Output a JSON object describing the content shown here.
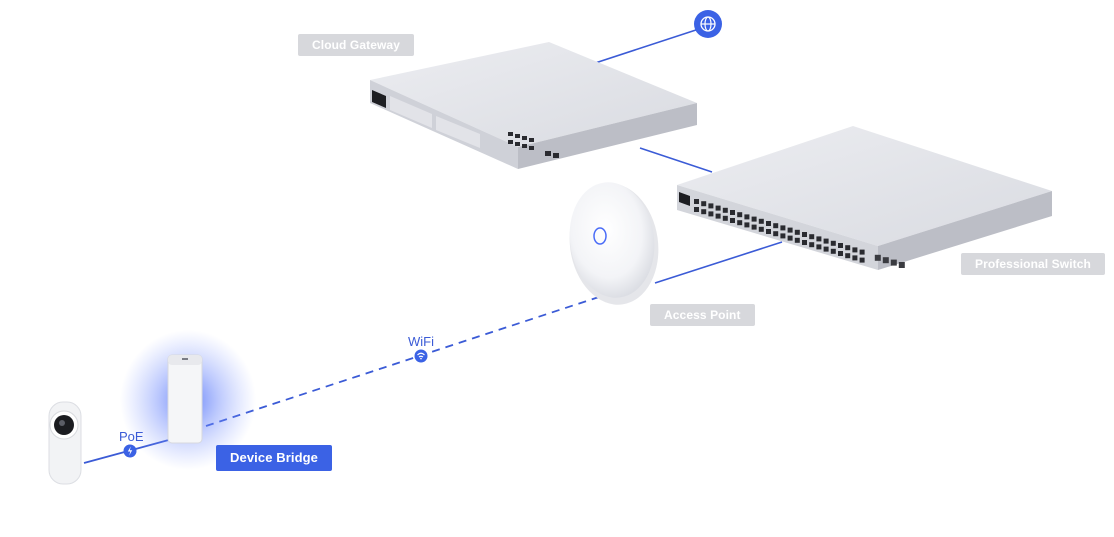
{
  "labels": {
    "cloud_gateway": "Cloud Gateway",
    "professional_switch": "Professional Switch",
    "access_point": "Access Point",
    "device_bridge": "Device Bridge"
  },
  "links": {
    "wifi": "WiFi",
    "poe": "PoE"
  },
  "colors": {
    "accent": "#3b62e5",
    "label_bg": "#d7d8dc",
    "link_line": "#3b5bd6",
    "device_body": "#e6e7eb"
  },
  "icons": {
    "internet": "globe-icon",
    "wifi": "wifi-icon",
    "poe": "plug-icon"
  }
}
